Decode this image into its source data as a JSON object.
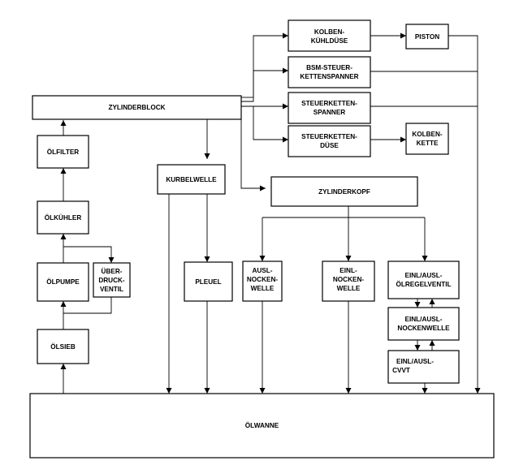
{
  "diagram": {
    "nodes": {
      "kolben_kuehlduese": [
        "KOLBEN-",
        "KÜHLDÜSE"
      ],
      "piston": [
        "PISTON"
      ],
      "bsm_steuerkettenspanner": [
        "BSM-STEUER-",
        "KETTENSPANNER"
      ],
      "zylinderblock": [
        "ZYLINDERBLOCK"
      ],
      "steuerkettenspanner": [
        "STEUERKETTEN-",
        "SPANNER"
      ],
      "steuerkettenduese": [
        "STEUERKETTEN-",
        "DÜSE"
      ],
      "kolbenkette": [
        "KOLBEN-",
        "KETTE"
      ],
      "oelfilter": [
        "ÖLFILTER"
      ],
      "kurbelwelle": [
        "KURBELWELLE"
      ],
      "zylinderkopf": [
        "ZYLINDERKOPF"
      ],
      "oelkuehler": [
        "ÖLKÜHLER"
      ],
      "oelpumpe": [
        "ÖLPUMPE"
      ],
      "ueberdruckventil": [
        "ÜBER-",
        "DRUCK-",
        "VENTIL"
      ],
      "pleuel": [
        "PLEUEL"
      ],
      "ausl_nockenwelle": [
        "AUSL-",
        "NOCKEN-",
        "WELLE"
      ],
      "einl_nockenwelle": [
        "EINL-",
        "NOCKEN-",
        "WELLE"
      ],
      "einl_ausl_oelregelventil": [
        "EINL/AUSL-",
        "ÖLREGELVENTIL"
      ],
      "einl_ausl_nockenwelle": [
        "EINL/AUSL-",
        "NOCKENWELLE"
      ],
      "oelsieb": [
        "ÖLSIEB"
      ],
      "einl_ausl_cvvt": [
        "EINL/AUSL-",
        "CVVT"
      ],
      "oelwanne": [
        "ÖLWANNE"
      ]
    },
    "colors": {
      "stroke": "#000000",
      "fill": "#ffffff",
      "text": "#000000"
    }
  }
}
